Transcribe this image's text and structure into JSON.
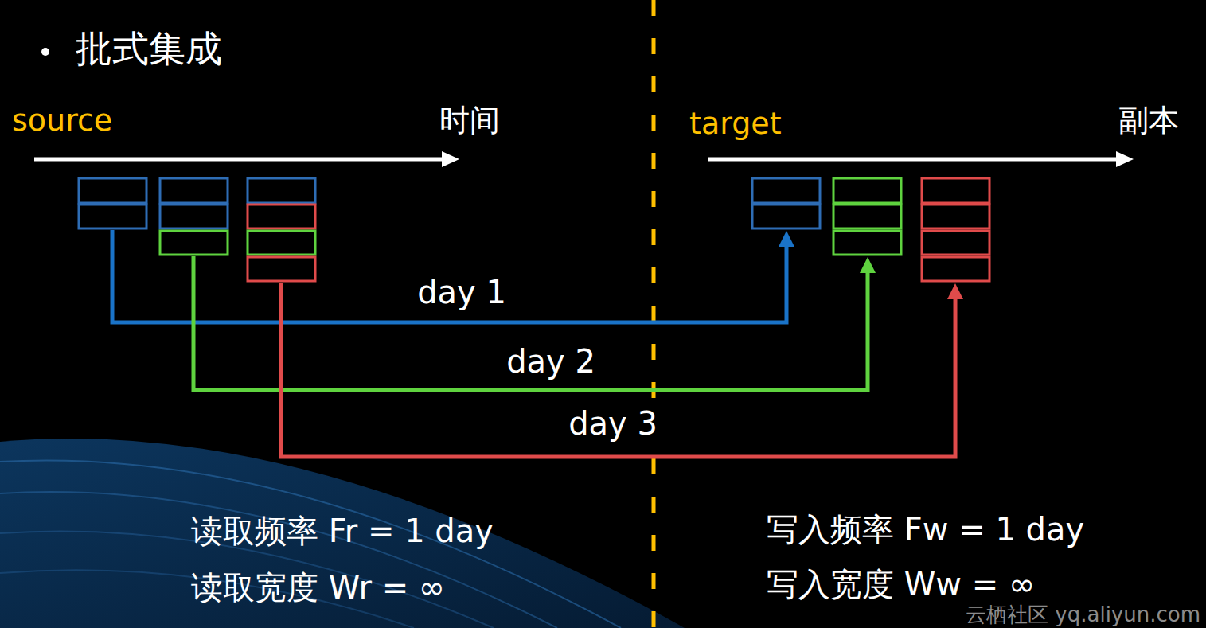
{
  "diagram": {
    "title": "批式集成",
    "labels": [
      "source",
      "时间",
      "target",
      "副本",
      "day 1",
      "day 2",
      "day 3",
      "读取频率 Fr = 1 day",
      "读取宽度 Wr = ∞",
      "写入频率 Fw = 1 day",
      "写入宽度 Ww = ∞",
      "云栖社区 yq.aliyun.com"
    ]
  }
}
